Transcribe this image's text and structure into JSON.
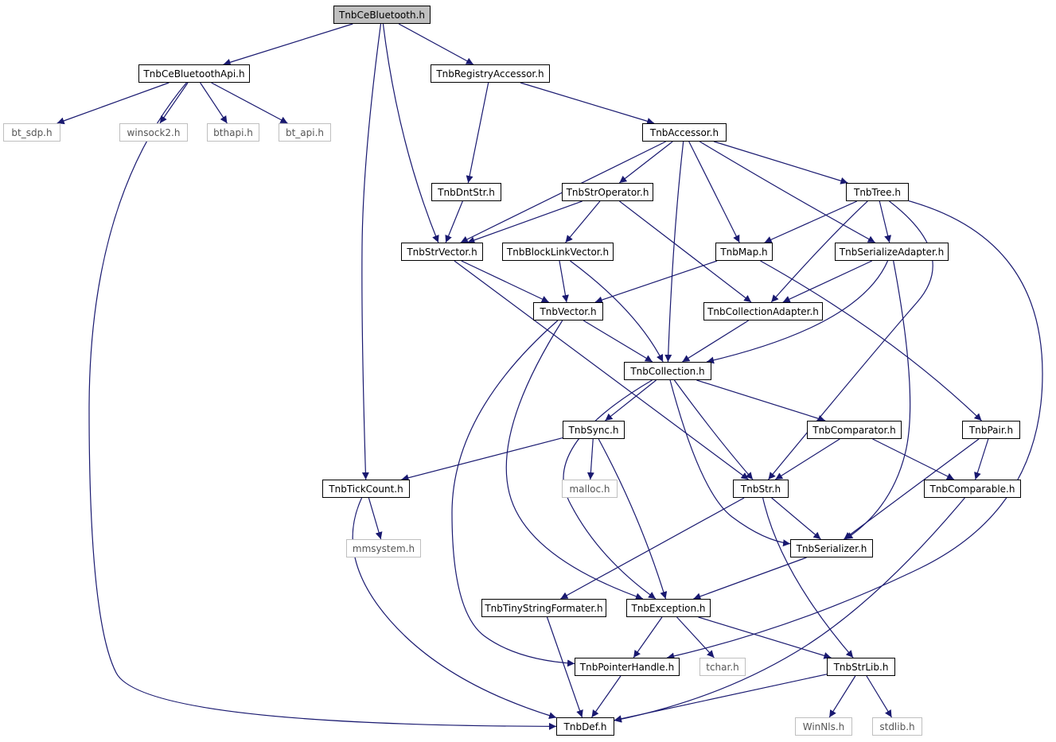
{
  "diagram": {
    "type": "include-dependency-graph",
    "colors": {
      "edge": "#191970",
      "node_border": "#000000",
      "external_border": "#bfbfbf",
      "external_text": "#555555",
      "root_fill": "#bfbfbf"
    },
    "nodes": [
      {
        "id": "ce_bt",
        "label": "TnbCeBluetooth.h",
        "kind": "root"
      },
      {
        "id": "ce_bt_api",
        "label": "TnbCeBluetoothApi.h",
        "kind": "local"
      },
      {
        "id": "reg_acc",
        "label": "TnbRegistryAccessor.h",
        "kind": "local"
      },
      {
        "id": "bt_sdp",
        "label": "bt_sdp.h",
        "kind": "external"
      },
      {
        "id": "winsock2",
        "label": "winsock2.h",
        "kind": "external"
      },
      {
        "id": "bthapi",
        "label": "bthapi.h",
        "kind": "external"
      },
      {
        "id": "bt_api",
        "label": "bt_api.h",
        "kind": "external"
      },
      {
        "id": "accessor",
        "label": "TnbAccessor.h",
        "kind": "local"
      },
      {
        "id": "dntstr",
        "label": "TnbDntStr.h",
        "kind": "local"
      },
      {
        "id": "stroperator",
        "label": "TnbStrOperator.h",
        "kind": "local"
      },
      {
        "id": "tree",
        "label": "TnbTree.h",
        "kind": "local"
      },
      {
        "id": "strvector",
        "label": "TnbStrVector.h",
        "kind": "local"
      },
      {
        "id": "blocklink",
        "label": "TnbBlockLinkVector.h",
        "kind": "local"
      },
      {
        "id": "map",
        "label": "TnbMap.h",
        "kind": "local"
      },
      {
        "id": "seradapter",
        "label": "TnbSerializeAdapter.h",
        "kind": "local"
      },
      {
        "id": "vector",
        "label": "TnbVector.h",
        "kind": "local"
      },
      {
        "id": "coladapter",
        "label": "TnbCollectionAdapter.h",
        "kind": "local"
      },
      {
        "id": "collection",
        "label": "TnbCollection.h",
        "kind": "local"
      },
      {
        "id": "sync",
        "label": "TnbSync.h",
        "kind": "local"
      },
      {
        "id": "comparator",
        "label": "TnbComparator.h",
        "kind": "local"
      },
      {
        "id": "pair",
        "label": "TnbPair.h",
        "kind": "local"
      },
      {
        "id": "tickcount",
        "label": "TnbTickCount.h",
        "kind": "local"
      },
      {
        "id": "malloc",
        "label": "malloc.h",
        "kind": "external"
      },
      {
        "id": "str",
        "label": "TnbStr.h",
        "kind": "local"
      },
      {
        "id": "comparable",
        "label": "TnbComparable.h",
        "kind": "local"
      },
      {
        "id": "mmsystem",
        "label": "mmsystem.h",
        "kind": "external"
      },
      {
        "id": "serializer",
        "label": "TnbSerializer.h",
        "kind": "local"
      },
      {
        "id": "tinystr",
        "label": "TnbTinyStringFormater.h",
        "kind": "local"
      },
      {
        "id": "exception",
        "label": "TnbException.h",
        "kind": "local"
      },
      {
        "id": "ptrhandle",
        "label": "TnbPointerHandle.h",
        "kind": "local"
      },
      {
        "id": "tchar",
        "label": "tchar.h",
        "kind": "external"
      },
      {
        "id": "strlib",
        "label": "TnbStrLib.h",
        "kind": "local"
      },
      {
        "id": "def",
        "label": "TnbDef.h",
        "kind": "local"
      },
      {
        "id": "winnls",
        "label": "WinNls.h",
        "kind": "external"
      },
      {
        "id": "stdlib",
        "label": "stdlib.h",
        "kind": "external"
      }
    ],
    "edges": [
      {
        "from": "ce_bt",
        "to": "ce_bt_api"
      },
      {
        "from": "ce_bt",
        "to": "reg_acc"
      },
      {
        "from": "ce_bt",
        "to": "strvector"
      },
      {
        "from": "ce_bt",
        "to": "tickcount"
      },
      {
        "from": "ce_bt_api",
        "to": "bt_sdp"
      },
      {
        "from": "ce_bt_api",
        "to": "winsock2"
      },
      {
        "from": "ce_bt_api",
        "to": "bthapi"
      },
      {
        "from": "ce_bt_api",
        "to": "bt_api"
      },
      {
        "from": "ce_bt_api",
        "to": "def"
      },
      {
        "from": "reg_acc",
        "to": "dntstr"
      },
      {
        "from": "reg_acc",
        "to": "accessor"
      },
      {
        "from": "accessor",
        "to": "strvector"
      },
      {
        "from": "accessor",
        "to": "stroperator"
      },
      {
        "from": "accessor",
        "to": "tree"
      },
      {
        "from": "accessor",
        "to": "map"
      },
      {
        "from": "accessor",
        "to": "seradapter"
      },
      {
        "from": "accessor",
        "to": "collection"
      },
      {
        "from": "dntstr",
        "to": "strvector"
      },
      {
        "from": "stroperator",
        "to": "strvector"
      },
      {
        "from": "stroperator",
        "to": "blocklink"
      },
      {
        "from": "stroperator",
        "to": "coladapter"
      },
      {
        "from": "tree",
        "to": "map"
      },
      {
        "from": "tree",
        "to": "seradapter"
      },
      {
        "from": "tree",
        "to": "coladapter"
      },
      {
        "from": "tree",
        "to": "str"
      },
      {
        "from": "tree",
        "to": "ptrhandle"
      },
      {
        "from": "strvector",
        "to": "vector"
      },
      {
        "from": "strvector",
        "to": "str"
      },
      {
        "from": "blocklink",
        "to": "vector"
      },
      {
        "from": "blocklink",
        "to": "collection"
      },
      {
        "from": "map",
        "to": "vector"
      },
      {
        "from": "map",
        "to": "pair"
      },
      {
        "from": "seradapter",
        "to": "coladapter"
      },
      {
        "from": "seradapter",
        "to": "collection"
      },
      {
        "from": "seradapter",
        "to": "serializer"
      },
      {
        "from": "vector",
        "to": "collection"
      },
      {
        "from": "vector",
        "to": "exception"
      },
      {
        "from": "vector",
        "to": "ptrhandle"
      },
      {
        "from": "coladapter",
        "to": "collection"
      },
      {
        "from": "collection",
        "to": "sync"
      },
      {
        "from": "collection",
        "to": "comparator"
      },
      {
        "from": "collection",
        "to": "str"
      },
      {
        "from": "collection",
        "to": "serializer"
      },
      {
        "from": "collection",
        "to": "exception"
      },
      {
        "from": "sync",
        "to": "tickcount"
      },
      {
        "from": "sync",
        "to": "malloc"
      },
      {
        "from": "sync",
        "to": "exception"
      },
      {
        "from": "comparator",
        "to": "str"
      },
      {
        "from": "comparator",
        "to": "comparable"
      },
      {
        "from": "pair",
        "to": "comparable"
      },
      {
        "from": "pair",
        "to": "serializer"
      },
      {
        "from": "tickcount",
        "to": "mmsystem"
      },
      {
        "from": "tickcount",
        "to": "def"
      },
      {
        "from": "str",
        "to": "serializer"
      },
      {
        "from": "str",
        "to": "tinystr"
      },
      {
        "from": "str",
        "to": "strlib"
      },
      {
        "from": "comparable",
        "to": "def"
      },
      {
        "from": "serializer",
        "to": "exception"
      },
      {
        "from": "tinystr",
        "to": "def"
      },
      {
        "from": "exception",
        "to": "ptrhandle"
      },
      {
        "from": "exception",
        "to": "tchar"
      },
      {
        "from": "exception",
        "to": "strlib"
      },
      {
        "from": "ptrhandle",
        "to": "def"
      },
      {
        "from": "strlib",
        "to": "def"
      },
      {
        "from": "strlib",
        "to": "winnls"
      },
      {
        "from": "strlib",
        "to": "stdlib"
      }
    ]
  }
}
